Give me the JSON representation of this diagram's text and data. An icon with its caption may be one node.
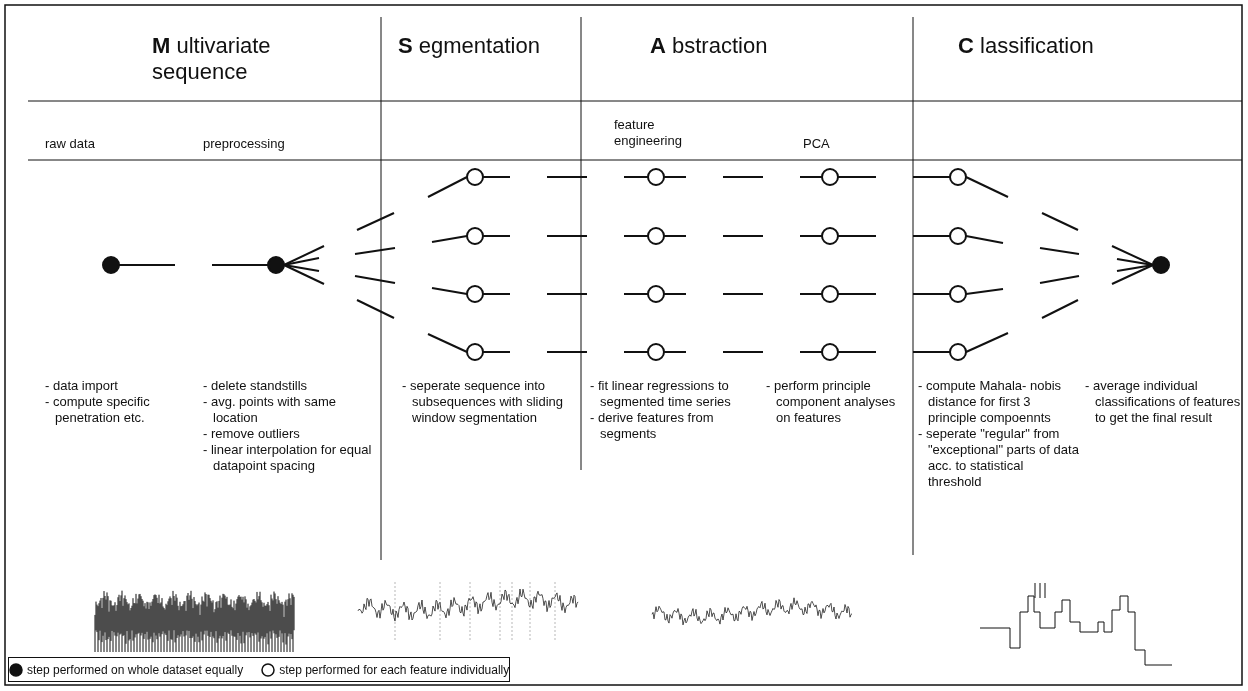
{
  "diagram": {
    "labels": [
      "**M** ultivariate sequence",
      "**S** egmentation",
      "**A** bstraction",
      "**C** lassification",
      "raw data",
      "preprocessing",
      "feature engineering",
      "PCA",
      "- data import",
      "- compute specific penetration etc.",
      "- delete standstills",
      "- avg. points with same location",
      "- remove outliers",
      "- linear interpolation for equal datapoint spacing",
      "- seperate sequence into subsequences with sliding window segmentation",
      "- fit linear regressions to segmented time series",
      "- derive features from segments",
      "- perform principle component analyses on features",
      "- compute Mahala- nobis distance for first 3 principle compoennts",
      "- seperate \"regular\" from \"exceptional\" parts of data acc. to statistical threshold",
      "- average individual classifications of features to get the final result"
    ],
    "legend": [
      {
        "text": "step performed on whole dataset equally"
      },
      {
        "text": "step performed for each feature individually"
      }
    ]
  }
}
